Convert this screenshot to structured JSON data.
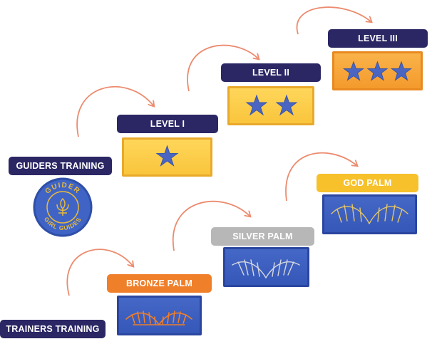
{
  "labels": {
    "guiders_training": "GUIDERS TRAINING",
    "trainers_training": "TRAINERS TRAINING",
    "level_1": "LEVEL I",
    "level_2": "LEVEL II",
    "level_3": "LEVEL III",
    "bronze_palm": "BRONZE PALM",
    "silver_palm": "SILVER PALM",
    "god_palm": "GOD PALM"
  },
  "badge": {
    "top_text": "GUIDER",
    "bottom_text": "GIRL GUIDES"
  },
  "patches": {
    "level_1": {
      "stars": 1
    },
    "level_2": {
      "stars": 2
    },
    "level_3": {
      "stars": 3
    }
  },
  "colors": {
    "navy": "#2b2764",
    "arrow": "#ec8b6e",
    "bronze": "#f07f2a",
    "silver": "#b7b7b7",
    "gold": "#f7c12c",
    "star": "#4a66c2"
  }
}
